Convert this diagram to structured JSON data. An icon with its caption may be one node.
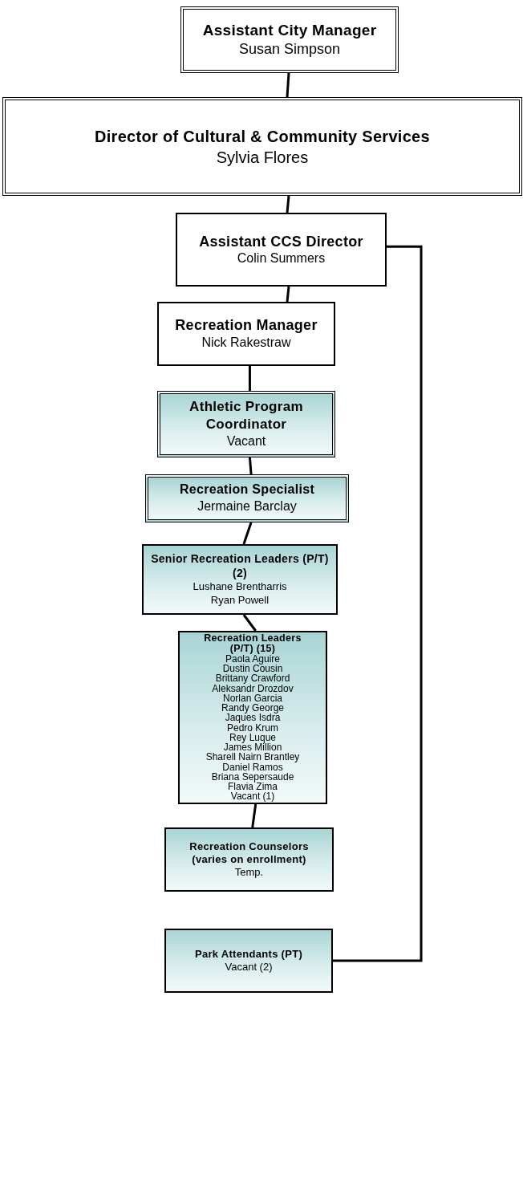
{
  "diagram": {
    "nodes": [
      {
        "text": [
          "Assistant City Manager",
          "Susan Simpson"
        ]
      },
      {
        "text": [
          "Director of Cultural & Community Services",
          "Sylvia Flores"
        ]
      },
      {
        "text": [
          "Assistant CCS Director",
          "Colin Summers"
        ]
      },
      {
        "text": [
          "Recreation Manager",
          "Nick Rakestraw"
        ]
      },
      {
        "text": [
          "Athletic Program Coordinator",
          "Vacant"
        ]
      },
      {
        "text": [
          "Recreation Specialist",
          "Jermaine Barclay"
        ]
      },
      {
        "text": [
          "Senior Recreation Leaders (P/T) (2)",
          "Lushane Brentharris",
          "Ryan Powell"
        ]
      },
      {
        "text": [
          "Recreation Leaders (P/T) (15)",
          "Paola Aguire",
          "Dustin Cousin",
          "Brittany Crawford",
          "Aleksandr Drozdov",
          "Norlan Garcia",
          "Randy George",
          "Jaques Isdra",
          "Pedro Krum",
          "Rey Luque",
          "James Million",
          "Sharell Nairn Brantley",
          "Daniel Ramos",
          "Briana Sepersaude",
          "Flavia Zima",
          "Vacant (1)"
        ]
      },
      {
        "text": [
          "Recreation Counselors (varies on enrollment)",
          "Temp."
        ]
      },
      {
        "text": [
          "Park Attendants (PT)",
          "Vacant (2)"
        ]
      }
    ],
    "edges": [
      {
        "from": 0,
        "to": 1,
        "arrow": "none"
      },
      {
        "from": 1,
        "to": 2,
        "arrow": "none"
      },
      {
        "from": 2,
        "to": 3,
        "arrow": "none"
      },
      {
        "from": 3,
        "to": 4,
        "arrow": "none"
      },
      {
        "from": 4,
        "to": 5,
        "arrow": "none"
      },
      {
        "from": 5,
        "to": 6,
        "arrow": "none"
      },
      {
        "from": 6,
        "to": 7,
        "arrow": "none"
      },
      {
        "from": 7,
        "to": 8,
        "arrow": "none"
      },
      {
        "from": 2,
        "to": 9,
        "arrow": "none"
      }
    ]
  }
}
